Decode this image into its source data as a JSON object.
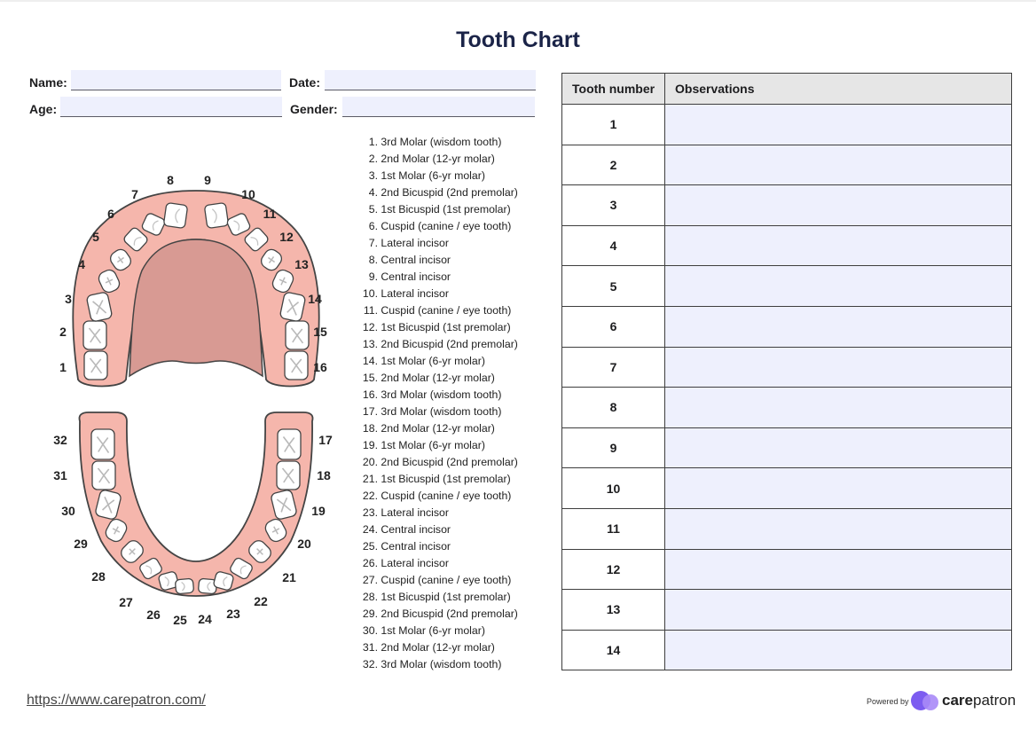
{
  "title": "Tooth Chart",
  "form": {
    "name_label": "Name:",
    "date_label": "Date:",
    "age_label": "Age:",
    "gender_label": "Gender:"
  },
  "upper_teeth_labels": [
    "1",
    "2",
    "3",
    "4",
    "5",
    "6",
    "7",
    "8",
    "9",
    "10",
    "11",
    "12",
    "13",
    "14",
    "15",
    "16"
  ],
  "lower_teeth_labels": [
    "17",
    "18",
    "19",
    "20",
    "21",
    "22",
    "23",
    "24",
    "25",
    "26",
    "27",
    "28",
    "29",
    "30",
    "31",
    "32"
  ],
  "legend": [
    {
      "n": "1.",
      "t": "3rd Molar (wisdom tooth)"
    },
    {
      "n": "2.",
      "t": "2nd Molar (12-yr molar)"
    },
    {
      "n": "3.",
      "t": "1st Molar (6-yr molar)"
    },
    {
      "n": "4.",
      "t": "2nd Bicuspid (2nd premolar)"
    },
    {
      "n": "5.",
      "t": "1st Bicuspid (1st premolar)"
    },
    {
      "n": "6.",
      "t": "Cuspid (canine / eye tooth)"
    },
    {
      "n": "7.",
      "t": "Lateral incisor"
    },
    {
      "n": "8.",
      "t": "Central incisor"
    },
    {
      "n": "9.",
      "t": "Central incisor"
    },
    {
      "n": "10.",
      "t": "Lateral incisor"
    },
    {
      "n": "11.",
      "t": "Cuspid (canine / eye tooth)"
    },
    {
      "n": "12.",
      "t": "1st Bicuspid (1st premolar)"
    },
    {
      "n": "13.",
      "t": "2nd Bicuspid (2nd premolar)"
    },
    {
      "n": "14.",
      "t": "1st Molar (6-yr molar)"
    },
    {
      "n": "15.",
      "t": "2nd Molar (12-yr molar)"
    },
    {
      "n": "16.",
      "t": "3rd Molar (wisdom tooth)"
    },
    {
      "n": "17.",
      "t": "3rd Molar (wisdom tooth)"
    },
    {
      "n": "18.",
      "t": "2nd Molar (12-yr molar)"
    },
    {
      "n": "19.",
      "t": "1st Molar (6-yr molar)"
    },
    {
      "n": "20.",
      "t": "2nd Bicuspid (2nd premolar)"
    },
    {
      "n": "21.",
      "t": "1st Bicuspid (1st premolar)"
    },
    {
      "n": "22.",
      "t": "Cuspid (canine / eye tooth)"
    },
    {
      "n": "23.",
      "t": "Lateral incisor"
    },
    {
      "n": "24.",
      "t": "Central incisor"
    },
    {
      "n": "25.",
      "t": "Central incisor"
    },
    {
      "n": "26.",
      "t": "Lateral incisor"
    },
    {
      "n": "27.",
      "t": "Cuspid (canine / eye tooth)"
    },
    {
      "n": "28.",
      "t": "1st Bicuspid (1st premolar)"
    },
    {
      "n": "29.",
      "t": "2nd Bicuspid (2nd premolar)"
    },
    {
      "n": "30.",
      "t": "1st Molar (6-yr molar)"
    },
    {
      "n": "31.",
      "t": "2nd Molar (12-yr molar)"
    },
    {
      "n": "32.",
      "t": "3rd Molar (wisdom tooth)"
    }
  ],
  "table": {
    "col1": "Tooth number",
    "col2": "Observations",
    "rows": [
      "1",
      "2",
      "3",
      "4",
      "5",
      "6",
      "7",
      "8",
      "9",
      "10",
      "11",
      "12",
      "13",
      "14"
    ]
  },
  "footer": {
    "url": "https://www.carepatron.com/",
    "powered_by": "Powered by",
    "brand_bold": "care",
    "brand_rest": "patron"
  },
  "colors": {
    "gum": "#f5b6ac",
    "palate": "#d89a93",
    "field_fill": "#eef0fd",
    "title": "#1b2448",
    "logo": "#7c5cf0"
  }
}
